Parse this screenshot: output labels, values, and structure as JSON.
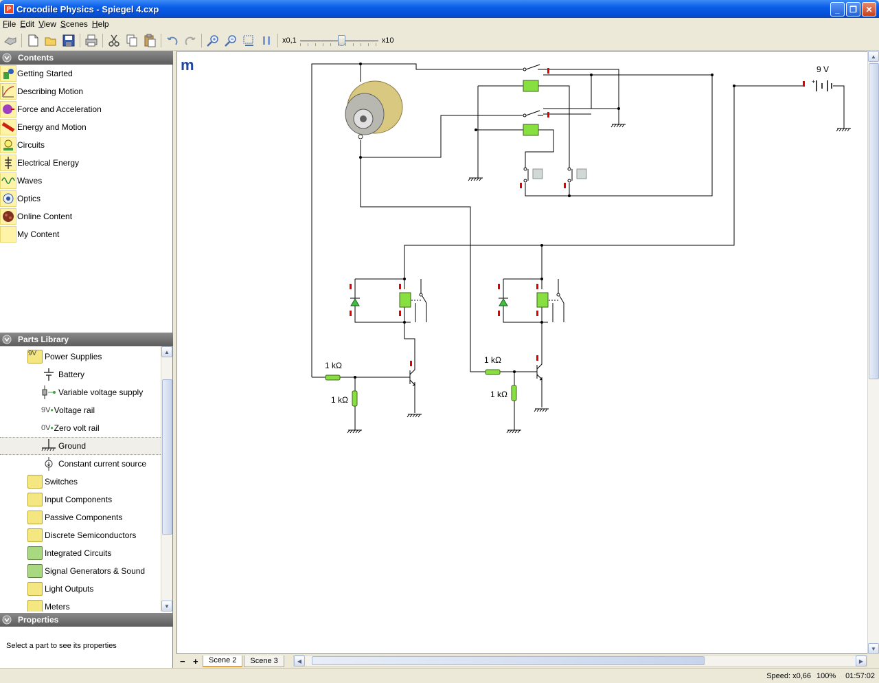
{
  "window": {
    "title": "Crocodile Physics - Spiegel 4.cxp",
    "app_icon": "P"
  },
  "menu": [
    "File",
    "Edit",
    "View",
    "Scenes",
    "Help"
  ],
  "toolbar": {
    "speed_min_label": "x0,1",
    "speed_max_label": "x10"
  },
  "contents": {
    "header": "Contents",
    "items": [
      {
        "label": "Getting Started",
        "icon": "getting-started-icon"
      },
      {
        "label": "Describing Motion",
        "icon": "motion-graph-icon"
      },
      {
        "label": "Force and Acceleration",
        "icon": "force-icon"
      },
      {
        "label": "Energy and Motion",
        "icon": "energy-icon"
      },
      {
        "label": "Circuits",
        "icon": "circuits-icon"
      },
      {
        "label": "Electrical Energy",
        "icon": "electrical-energy-icon"
      },
      {
        "label": "Waves",
        "icon": "waves-icon"
      },
      {
        "label": "Optics",
        "icon": "optics-icon"
      },
      {
        "label": "Online Content",
        "icon": "online-content-icon"
      },
      {
        "label": "My Content",
        "icon": "my-content-icon"
      }
    ]
  },
  "parts_library": {
    "header": "Parts Library",
    "group_badge": "9V",
    "items": [
      {
        "label": "Power Supplies",
        "type": "folder"
      },
      {
        "label": "Battery",
        "type": "part",
        "icon": "battery-icon"
      },
      {
        "label": "Variable voltage supply",
        "type": "part",
        "icon": "variable-supply-icon"
      },
      {
        "label": "Voltage rail",
        "type": "part",
        "prefix": "9V"
      },
      {
        "label": "Zero volt rail",
        "type": "part",
        "prefix": "0V"
      },
      {
        "label": "Ground",
        "type": "part",
        "icon": "ground-icon",
        "selected": true
      },
      {
        "label": "Constant current source",
        "type": "part",
        "icon": "current-source-icon"
      },
      {
        "label": "Switches",
        "type": "folder"
      },
      {
        "label": "Input Components",
        "type": "folder"
      },
      {
        "label": "Passive Components",
        "type": "folder"
      },
      {
        "label": "Discrete Semiconductors",
        "type": "folder"
      },
      {
        "label": "Integrated Circuits",
        "type": "folder"
      },
      {
        "label": "Signal Generators & Sound",
        "type": "folder"
      },
      {
        "label": "Light Outputs",
        "type": "folder"
      },
      {
        "label": "Meters",
        "type": "folder"
      }
    ]
  },
  "properties": {
    "header": "Properties",
    "hint": "Select a part to see its properties"
  },
  "circuit": {
    "battery_label": "9 V",
    "r1_label": "1 kΩ",
    "r2_label": "1 kΩ",
    "r3_label": "1 kΩ",
    "r4_label": "1 kΩ",
    "logo": "m",
    "colors": {
      "wire": "#000000",
      "relay_coil": "#88e040",
      "terminal": "#e00000"
    }
  },
  "scenes": {
    "tabs": [
      "Scene 2",
      "Scene 3"
    ],
    "active": "Scene 2"
  },
  "status": {
    "speed": "Speed: x0,66",
    "zoom": "100%",
    "time": "01:57:02"
  }
}
